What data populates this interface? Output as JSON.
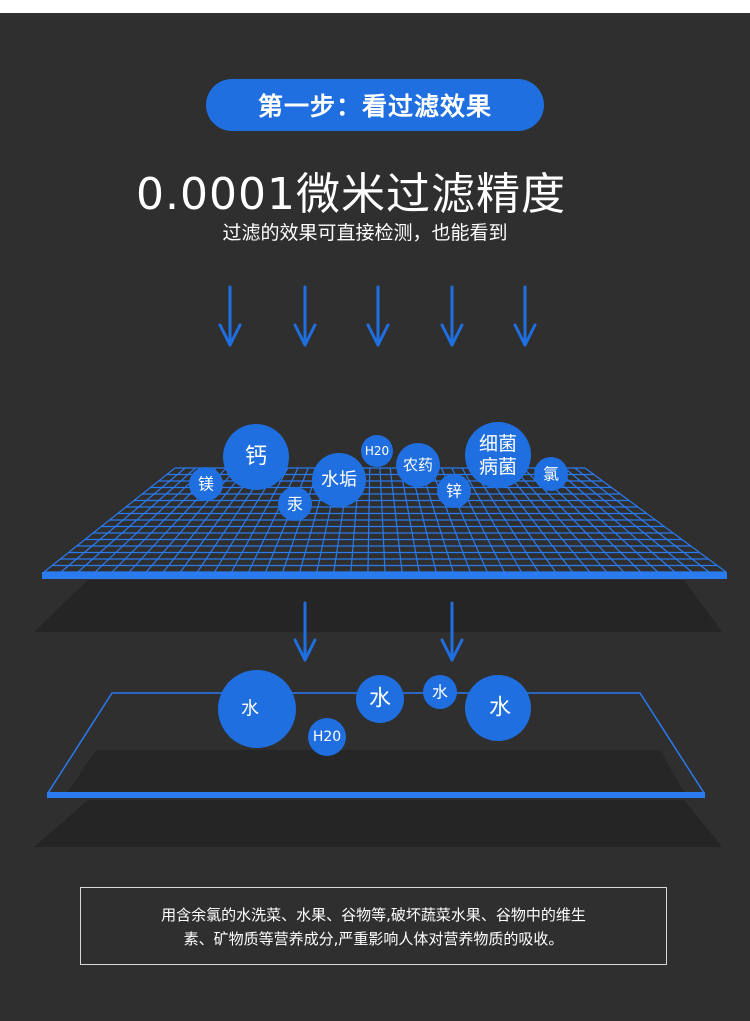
{
  "step_label": "第一步：看过滤效果",
  "headline": "0.0001微米过滤精度",
  "subheadline": "过滤的效果可直接检测，也能看到",
  "impurities": {
    "calcium": "钙",
    "magnesium": "镁",
    "mercury": "汞",
    "scale": "水垢",
    "h2o": "H20",
    "pesticide": "农药",
    "zinc": "锌",
    "bacteria_line1": "细菌",
    "bacteria_line2": "病菌",
    "chlorine": "氯"
  },
  "filtered": {
    "water_1": "水",
    "h2o": "H20",
    "water_2": "水",
    "water_3": "水",
    "water_4": "水"
  },
  "info_text_line1": "用含余氯的水洗菜、水果、谷物等,破坏蔬菜水果、谷物中的维生",
  "info_text_line2": "素、矿物质等营养成分,严重影响人体对营养物质的吸收。",
  "colors": {
    "background": "#2f2f2f",
    "accent": "#1f6fe0",
    "grid": "#2a7af0",
    "shadow": "#222222"
  }
}
